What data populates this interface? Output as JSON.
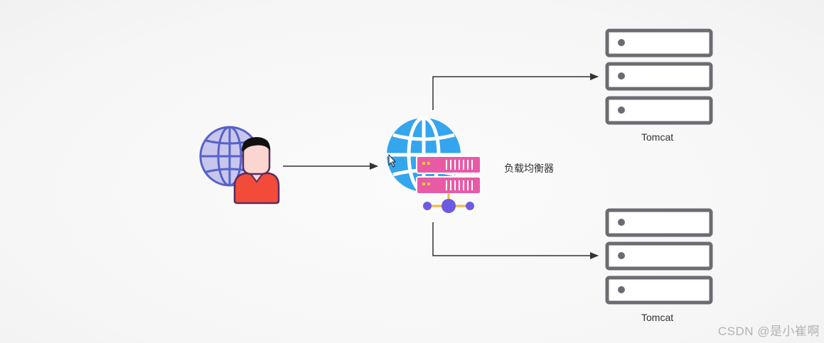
{
  "diagram": {
    "client": {
      "icon": "user-globe-icon"
    },
    "load_balancer": {
      "icon": "globe-server-icon",
      "label": "负载均衡器"
    },
    "servers": [
      {
        "label": "Tomcat",
        "icon": "server-rack-icon"
      },
      {
        "label": "Tomcat",
        "icon": "server-rack-icon"
      }
    ],
    "colors": {
      "globe_client": "#5563c9",
      "globe_lb": "#35a5ee",
      "person_shirt": "#f24b3a",
      "person_skin": "#fbd5d0",
      "server_pink": "#e85aa6",
      "network_node": "#6b5be2",
      "network_line": "#f5b53d",
      "server_rack": "#6d6b72",
      "arrow": "#333333"
    }
  },
  "watermark": "CSDN @是小崔啊"
}
